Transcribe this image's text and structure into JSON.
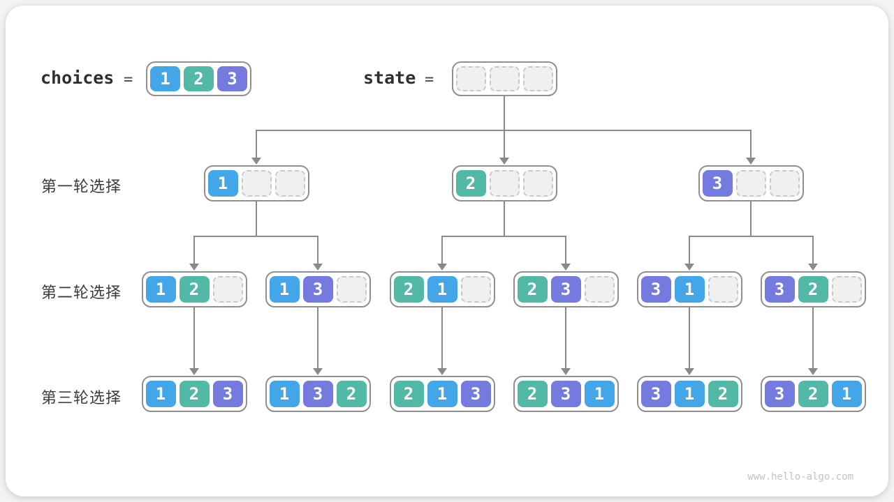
{
  "header": {
    "choices_label": "choices",
    "choices_equals": "=",
    "choices_cells": [
      "1",
      "2",
      "3"
    ],
    "state_label": "state",
    "state_equals": "=",
    "state_cells": [
      "",
      "",
      ""
    ]
  },
  "rows": [
    {
      "label": "第一轮选择",
      "nodes": [
        [
          "1",
          "",
          ""
        ],
        [
          "2",
          "",
          ""
        ],
        [
          "3",
          "",
          ""
        ]
      ]
    },
    {
      "label": "第二轮选择",
      "nodes": [
        [
          "1",
          "2",
          ""
        ],
        [
          "1",
          "3",
          ""
        ],
        [
          "2",
          "1",
          ""
        ],
        [
          "2",
          "3",
          ""
        ],
        [
          "3",
          "1",
          ""
        ],
        [
          "3",
          "2",
          ""
        ]
      ]
    },
    {
      "label": "第三轮选择",
      "nodes": [
        [
          "1",
          "2",
          "3"
        ],
        [
          "1",
          "3",
          "2"
        ],
        [
          "2",
          "1",
          "3"
        ],
        [
          "2",
          "3",
          "1"
        ],
        [
          "3",
          "1",
          "2"
        ],
        [
          "3",
          "2",
          "1"
        ]
      ]
    }
  ],
  "palette": {
    "value_1": "#42a6e8",
    "value_2": "#52b9a6",
    "value_3": "#757bde",
    "empty_fill": "#f0f0f0",
    "empty_border": "#c9c9c9",
    "box_border": "#8f8f8f",
    "connector": "#898989",
    "label_text": "#3b3b3b"
  },
  "footer": {
    "watermark": "www.hello-algo.com"
  }
}
